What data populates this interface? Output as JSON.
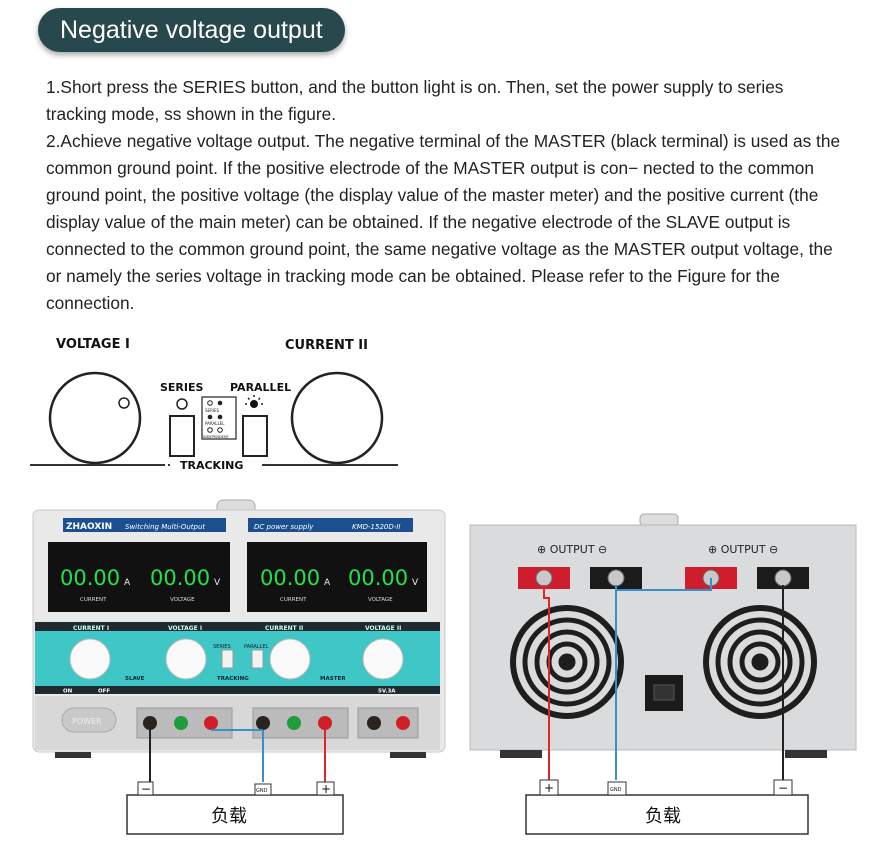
{
  "title": "Negative voltage output",
  "paragraphs": {
    "p1": "1.Short press the SERIES button, and the button light is on. Then, set the power supply to series tracking mode, ss shown in the figure.",
    "p2": "2.Achieve negative voltage output. The negative terminal of the MASTER (black terminal) is used as the common ground point. If the positive electrode of the MASTER output is con− nected to the common ground point, the positive voltage (the display value of the master meter) and the positive current (the display value of the main meter) can be obtained. If the negative electrode of the SLAVE output is connected to the common ground point, the same negative voltage as the MASTER output voltage, the or namely the series voltage in tracking mode can be obtained. Please refer to the Figure for the connection."
  },
  "diagram": {
    "voltage_label": "VOLTAGE I",
    "current_label": "CURRENT II",
    "series_label": "SERIES",
    "parallel_label": "PARALLEL",
    "tracking_label": "TRACKING",
    "mini_labels": [
      "SERIES",
      "PARALLEL",
      "INDEPENDENT"
    ]
  },
  "front_panel": {
    "brand": "ZHAOXIN",
    "model_text": "Switching Multi-Output",
    "dc_text": "DC power supply",
    "model_number": "KMD-1520D-II",
    "displays": [
      {
        "value": "00.00",
        "unit": "A",
        "label": "CURRENT"
      },
      {
        "value": "00.00",
        "unit": "V",
        "label": "VOLTAGE"
      },
      {
        "value": "00.00",
        "unit": "A",
        "label": "CURRENT"
      },
      {
        "value": "00.00",
        "unit": "V",
        "label": "VOLTAGE"
      }
    ],
    "section_labels": [
      "CURRENT I",
      "VOLTAGE I",
      "CURRENT II",
      "VOLTAGE II"
    ],
    "bottom_labels": [
      "ON",
      "OFF",
      "SLAVE",
      "TRACKING",
      "MASTER",
      "5V.3A"
    ],
    "power_label": "POWER",
    "series_btn": "SERIES",
    "parallel_btn": "PARALLEL"
  },
  "back_panel": {
    "output_label_1": "⊕ OUTPUT ⊖",
    "output_label_2": "⊕ OUTPUT ⊖"
  },
  "load_boxes": {
    "left": {
      "label": "负载",
      "minus": "−",
      "gnd": "GND",
      "plus": "+"
    },
    "right": {
      "label": "负载",
      "plus": "+",
      "gnd": "GND",
      "minus": "−"
    }
  },
  "colors": {
    "title_bg": "#27484d",
    "panel_teal": "#3fc6c7",
    "display_green": "#26e04a",
    "wire_red": "#e0252a",
    "wire_blue": "#3a8fc9"
  }
}
